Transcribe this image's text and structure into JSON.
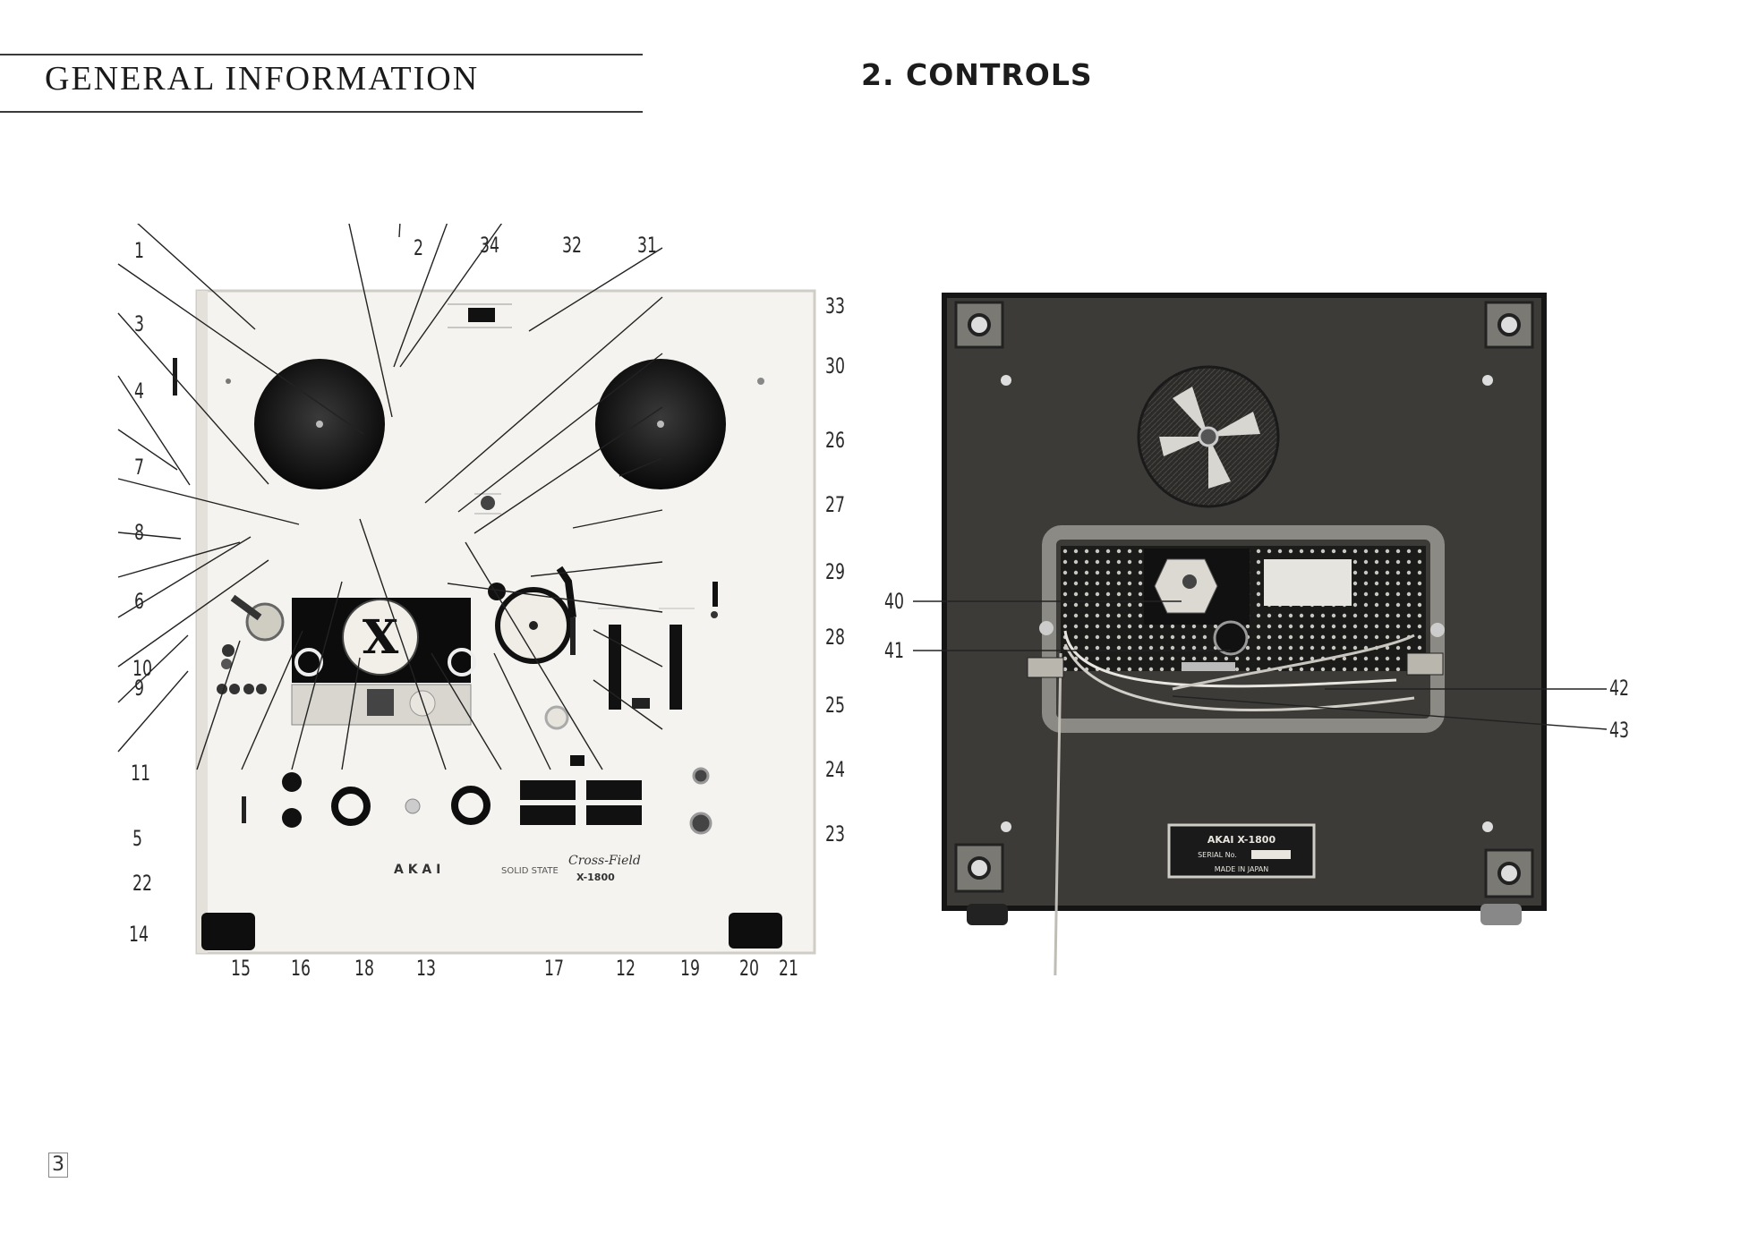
{
  "header": {
    "section_title": "GENERAL INFORMATION",
    "chapter_heading": "2.  CONTROLS"
  },
  "front_panel": {
    "brand_text": "A K A I",
    "mode_text": "SOLID STATE",
    "model_badge_line1": "Cross-Field",
    "model_badge_line2": "X-1800",
    "callouts": [
      "1",
      "2",
      "34",
      "32",
      "31",
      "3",
      "33",
      "30",
      "4",
      "26",
      "7",
      "27",
      "8",
      "29",
      "6",
      "28",
      "10",
      "25",
      "9",
      "24",
      "11",
      "23",
      "5",
      "22",
      "14",
      "15",
      "16",
      "18",
      "13",
      "17",
      "12",
      "19",
      "20",
      "21"
    ]
  },
  "rear_panel": {
    "nameplate_line1": "AKAI  X-1800",
    "nameplate_line2": "SERIAL No.",
    "nameplate_line3": "MADE IN JAPAN",
    "callouts": [
      "40",
      "41",
      "42",
      "43"
    ]
  },
  "page": {
    "number": "3"
  },
  "colors": {
    "panel": "#f4f3ef",
    "rear_body": "#3c3b38",
    "ink": "#1a1a1a"
  }
}
